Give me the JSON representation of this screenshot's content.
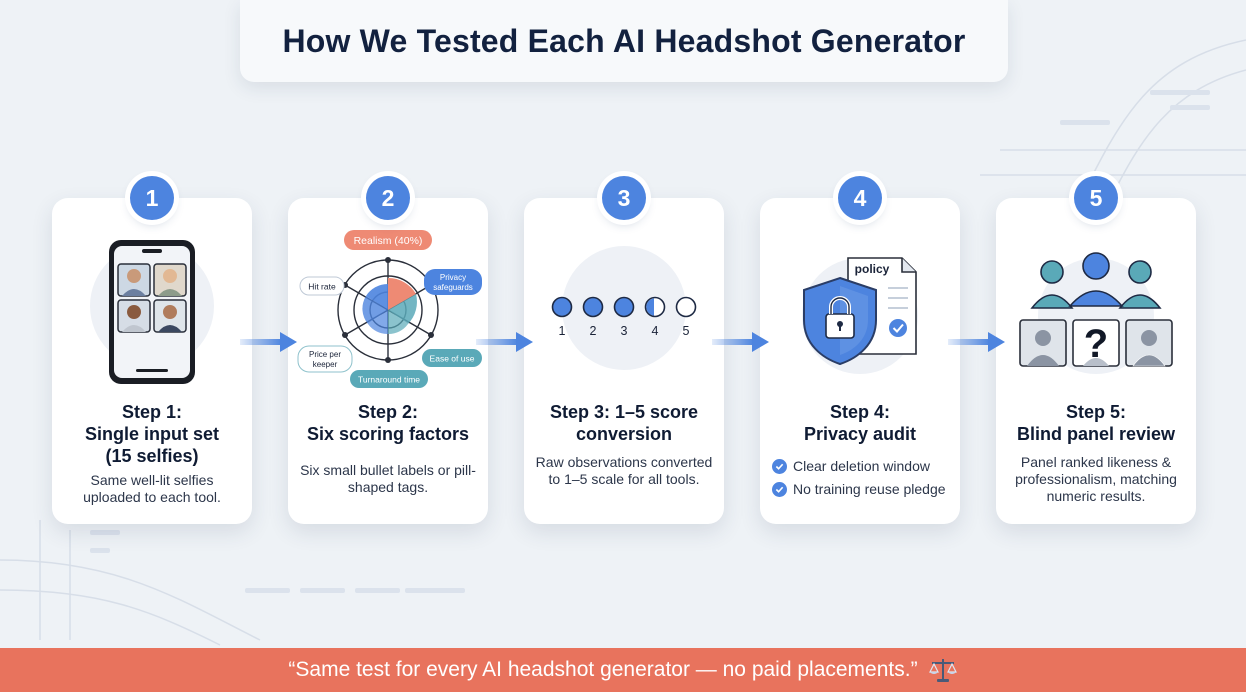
{
  "title": "How We Tested Each AI Headshot Generator",
  "steps": [
    {
      "number": "1",
      "title": "Step 1:\nSingle input set\n(15 selfies)",
      "description": "Same well-lit selfies uploaded to each tool."
    },
    {
      "number": "2",
      "title": "Step 2:\nSix scoring factors",
      "description": "Six small bullet labels or pill-shaped tags.",
      "factors": {
        "realism": "Realism (40%)",
        "privacy": "Privacy safeguards",
        "hit_rate": "Hit rate",
        "ease": "Ease of use",
        "turnaround": "Turnaround time",
        "price": "Price per keeper"
      }
    },
    {
      "number": "3",
      "title": "Step 3: 1–5 score conversion",
      "description": "Raw observations converted to 1–5 scale for all tools.",
      "scale": [
        "1",
        "2",
        "3",
        "4",
        "5"
      ]
    },
    {
      "number": "4",
      "title": "Step 4:\nPrivacy audit",
      "policy_label": "policy",
      "checks": [
        "Clear deletion window",
        "No training reuse pledge"
      ]
    },
    {
      "number": "5",
      "title": "Step 5:\nBlind panel review",
      "description": "Panel ranked likeness & professionalism, matching numeric results."
    }
  ],
  "footer": {
    "quote": "“Same test for every AI headshot generator — no paid placements.”",
    "icon": "scales-icon"
  },
  "colors": {
    "accent": "#4d84df",
    "coral": "#e8735d",
    "teal": "#5aa9b8"
  }
}
